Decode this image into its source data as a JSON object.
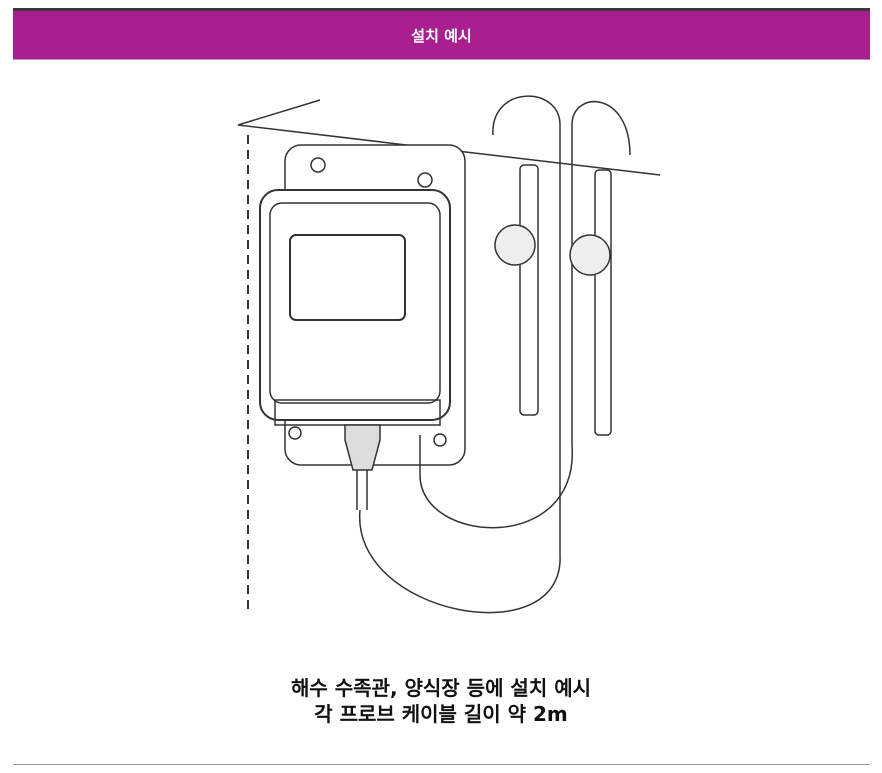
{
  "header": {
    "title": "설치 예시",
    "color": "#a91f8f"
  },
  "illustration": {
    "name": "installation-diagram"
  },
  "caption": {
    "line1": "해수 수족관, 양식장 등에 설치 예시",
    "line2": "각 프로브 케이블 길이 약 2m"
  }
}
